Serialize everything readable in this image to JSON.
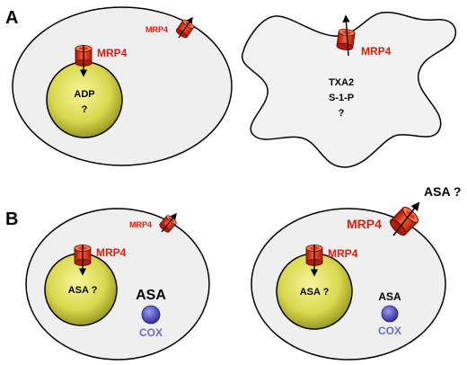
{
  "colors": {
    "cell_fill": "#f0f0f0",
    "cell_stroke": "#000000",
    "granule_fill": "#d6d64a",
    "transporter": "#e02810",
    "cox_fill": "#4a4ab8",
    "cox_text": "#6a6ad0",
    "label_red": "#d82010"
  },
  "panel_a": {
    "letter": "A",
    "cell1": {
      "granule_text_1": "ADP",
      "granule_text_2": "?",
      "transporter_label": "MRP4",
      "membrane_transporter_label": "MRP4"
    },
    "cell2": {
      "transporter_label": "MRP4",
      "contents_1": "TXA2",
      "contents_2": "S-1-P",
      "contents_3": "?"
    }
  },
  "panel_b": {
    "letter": "B",
    "cell1": {
      "membrane_transporter_label": "MRP4",
      "transporter_label": "MRP4",
      "granule_text": "ASA ?",
      "cytosol_asa": "ASA",
      "cox": "COX"
    },
    "cell2": {
      "membrane_transporter_label": "MRP4",
      "exported": "ASA ?",
      "transporter_label": "MRP4",
      "granule_text": "ASA ?",
      "cytosol_asa": "ASA",
      "cox": "COX"
    }
  }
}
